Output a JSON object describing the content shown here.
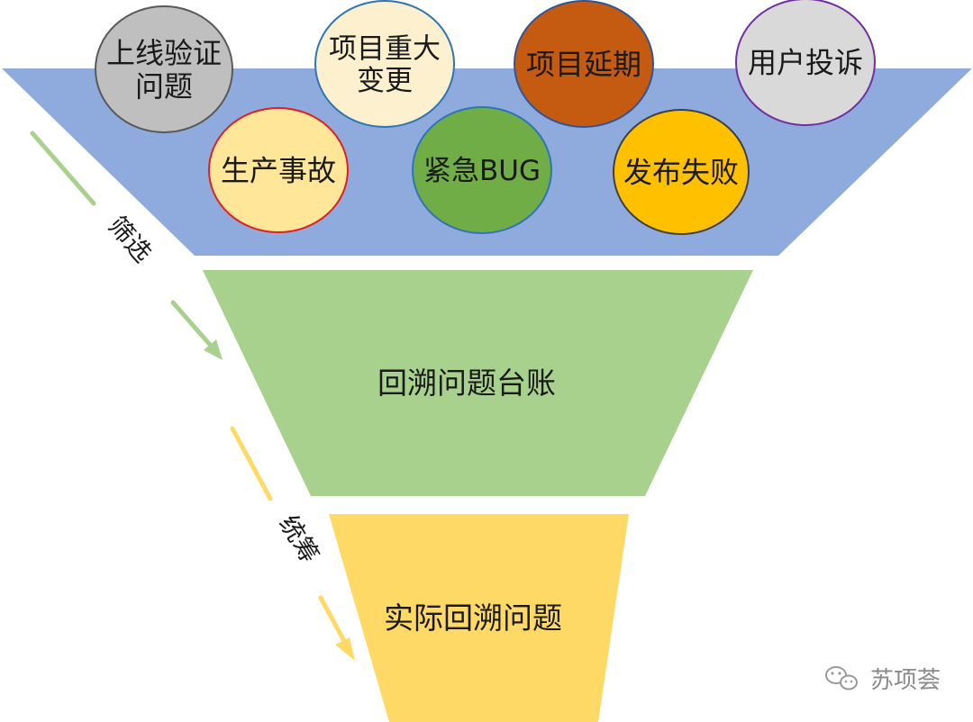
{
  "funnel": {
    "top_bubbles": [
      {
        "lines": [
          "上线验证",
          "问题"
        ],
        "fill": "#bfbfbf",
        "stroke": "#595959"
      },
      {
        "lines": [
          "项目重大",
          "变更"
        ],
        "fill": "#fdf0cf",
        "stroke": "#2e75b6"
      },
      {
        "lines": [
          "项目延期"
        ],
        "fill": "#c55a11",
        "stroke": "#2f5597"
      },
      {
        "lines": [
          "用户投诉"
        ],
        "fill": "#d9d9d9",
        "stroke": "#7030a0"
      },
      {
        "lines": [
          "生产事故"
        ],
        "fill": "#ffe699",
        "stroke": "#e02020"
      },
      {
        "lines": [
          "紧急BUG"
        ],
        "fill": "#70ad47",
        "stroke": "#2e75b6"
      },
      {
        "lines": [
          "发布失败"
        ],
        "fill": "#ffc000",
        "stroke": "#404040"
      }
    ],
    "stage2_label": "回溯问题台账",
    "stage3_label": "实际回溯问题",
    "arrow1_label": "筛选",
    "arrow2_label": "统筹",
    "colors": {
      "stage1": "#8faadc",
      "stage2": "#a9d18e",
      "stage3": "#ffd966",
      "arrow1": "#a9d18e",
      "arrow2": "#ffd966"
    }
  },
  "watermark": {
    "icon": "wechat-icon",
    "text": "苏项荟"
  }
}
